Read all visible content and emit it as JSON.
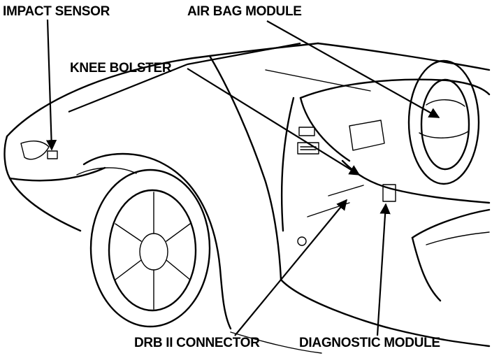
{
  "labels": {
    "impact_sensor": "IMPACT SENSOR",
    "air_bag_module": "AIR BAG MODULE",
    "knee_bolster": "KNEE BOLSTER",
    "drb_connector": "DRB II CONNECTOR",
    "diagnostic_module": "DIAGNOSTIC MODULE"
  }
}
